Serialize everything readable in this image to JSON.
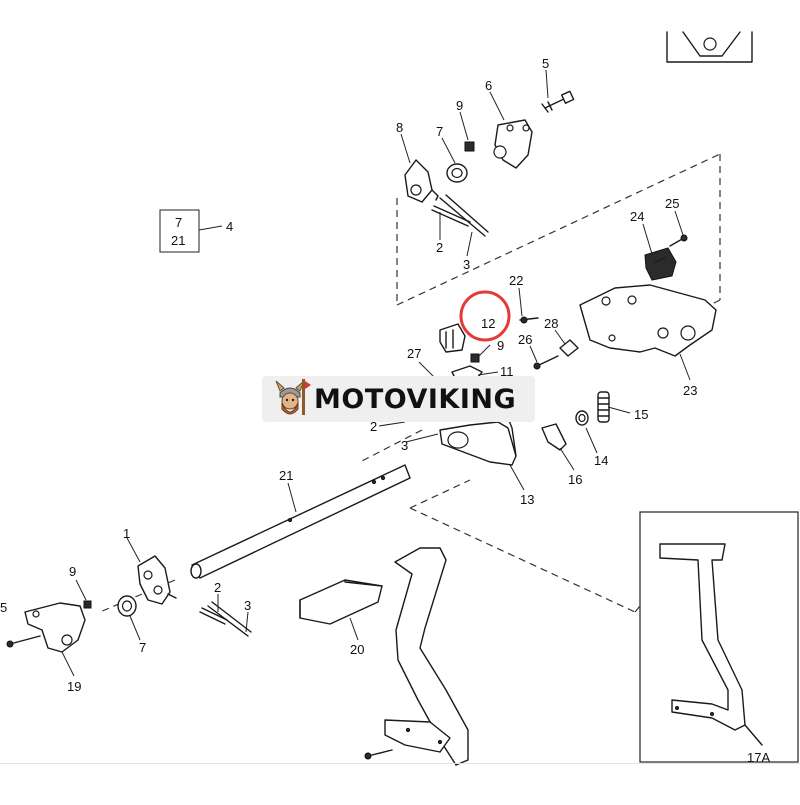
{
  "labels": {
    "l5_top": "5",
    "l6": "6",
    "l9_top": "9",
    "l8": "8",
    "l7_top": "7",
    "l7_box": "7",
    "l21_box": "21",
    "l4": "4",
    "l2_top": "2",
    "l3_top": "3",
    "l24": "24",
    "l25": "25",
    "l22": "22",
    "l12": "12",
    "l9_mid": "9",
    "l28": "28",
    "l26": "26",
    "l27": "27",
    "l11": "11",
    "l23": "23",
    "l15": "15",
    "l14": "14",
    "l16": "16",
    "l13": "13",
    "l2_mid": "2",
    "l3_mid": "3",
    "l21": "21",
    "l1": "1",
    "l9_left": "9",
    "l5_left": "5",
    "l2_low": "2",
    "l3_low": "3",
    "l7_low": "7",
    "l19": "19",
    "l20": "20",
    "l17a": "17A"
  },
  "watermark": {
    "text": "MOTOVIKING",
    "logo": "viking-mascot"
  },
  "colors": {
    "highlight_circle": "#e53935",
    "ink": "#1a1a1a"
  }
}
